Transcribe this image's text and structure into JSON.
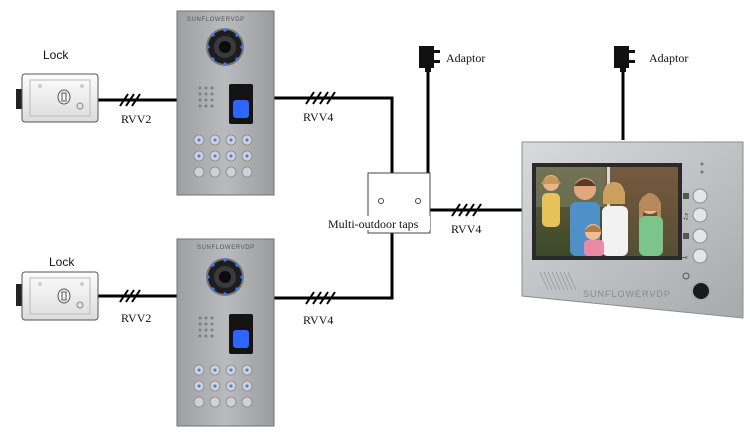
{
  "diagram": {
    "labels": {
      "lock_top": "Lock",
      "lock_bottom": "Lock",
      "adaptor_left": "Adaptor",
      "adaptor_right": "Adaptor",
      "taps": "Multi-outdoor taps",
      "cable_lock_top": "RVV2",
      "cable_lock_bottom": "RVV2",
      "cable_panel_top": "RVV4",
      "cable_panel_bottom": "RVV4",
      "cable_monitor": "RVV4",
      "brand_panel_top": "SUNFLOWERVDP",
      "brand_panel_bottom": "SUNFLOWERVDP",
      "brand_monitor": "SUNFLOWERVDP"
    },
    "colors": {
      "cable": "#000000",
      "panel": "#a9a9ab",
      "monitor_frame": "#c4c6c9",
      "screen_bg": "#5a3a2a"
    }
  }
}
